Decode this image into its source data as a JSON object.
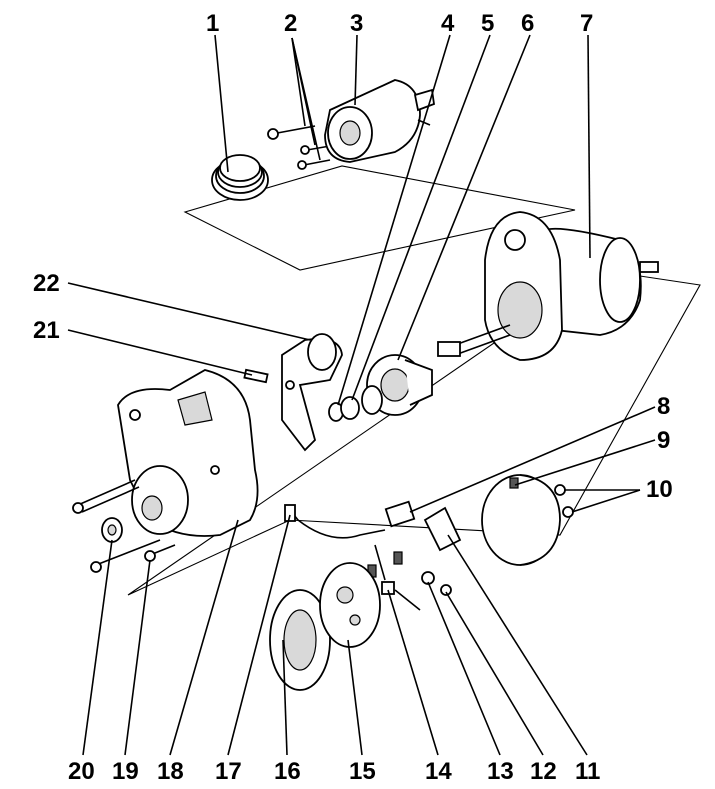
{
  "labels": [
    "1",
    "2",
    "3",
    "4",
    "5",
    "6",
    "7",
    "8",
    "9",
    "10",
    "11",
    "12",
    "13",
    "14",
    "15",
    "16",
    "17",
    "18",
    "19",
    "20",
    "21",
    "22"
  ],
  "colors": {
    "ink": "#000000",
    "paper": "#ffffff",
    "shade": "#d9d9d9"
  }
}
